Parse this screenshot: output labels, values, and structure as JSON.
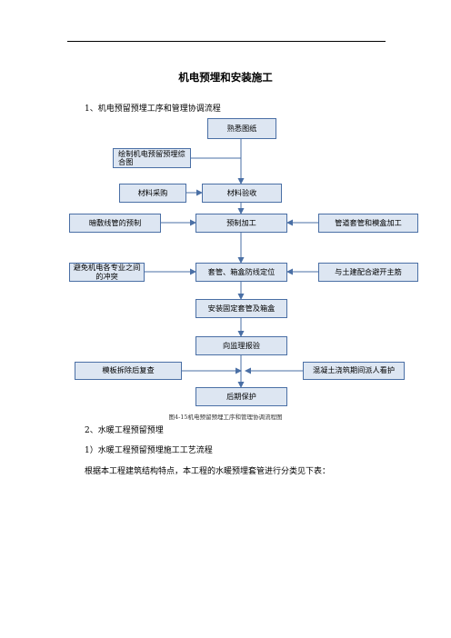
{
  "title": "机电预埋和安装施工",
  "section1": "1、机电预留预埋工序和管理协调流程",
  "flow": {
    "b1": "熟悉图纸",
    "b2": "绘制机电预留预埋综合图",
    "b3": "材料采购",
    "b4": "材料验收",
    "b5": "暗敷线管的预制",
    "b6": "预制加工",
    "b7": "管道套管和模盒加工",
    "b8": "避免机电各专业之间的冲突",
    "b9": "套管、箱盒防线定位",
    "b10": "与土建配合避开主筋",
    "b11": "安装固定套管及箱盒",
    "b12": "向监理报验",
    "b13": "模板拆除后复查",
    "b14": "混凝土浇筑期间派人看护",
    "b15": "后期保护"
  },
  "caption": "图4-15机电预留预埋工序和管理协调流程图",
  "section2": "2、水暖工程预留预埋",
  "sub1": "1）水暖工程预留预埋施工工艺流程",
  "body": "根据本工程建筑结构特点，本工程的水暖预埋套管进行分类见下表："
}
